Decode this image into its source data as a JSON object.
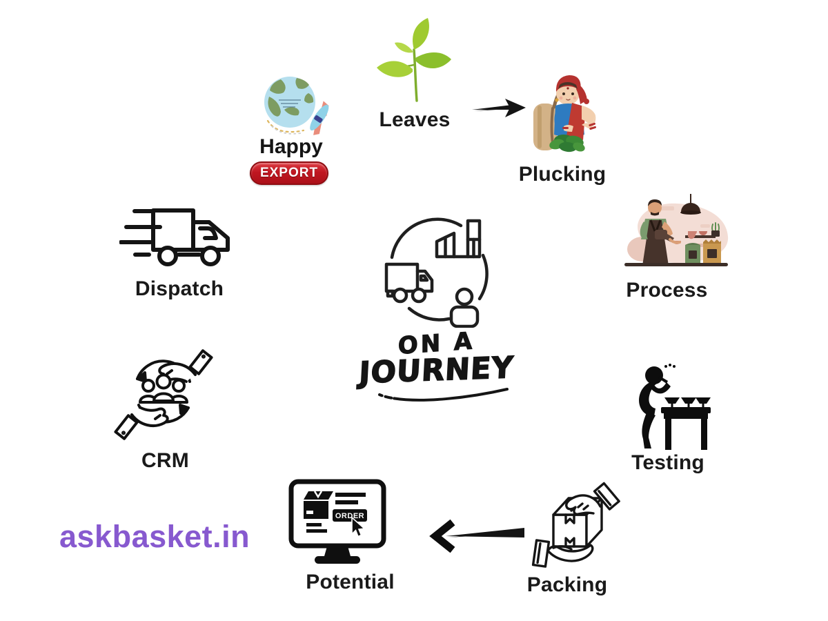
{
  "brand": {
    "name": "Happy",
    "badge": "EXPORT"
  },
  "watermark": "askbasket.in",
  "center": {
    "line1": "ON A",
    "line2": "JOURNEY"
  },
  "labels": {
    "leaves": "Leaves",
    "plucking": "Plucking",
    "process": "Process",
    "testing": "Testing",
    "packing": "Packing",
    "potential": "Potential",
    "crm": "CRM",
    "dispatch": "Dispatch"
  },
  "monitor": {
    "order_button": "ORDER"
  },
  "colors": {
    "accent_purple": "#8759cf",
    "badge_red": "#c01721",
    "leaf_green": "#9cc832",
    "ink": "#1a1a1a",
    "scarf_red": "#b5322f",
    "blouse_blue": "#2e7bc0",
    "globe_water": "#b5dfee",
    "globe_land": "#7d9c62"
  }
}
